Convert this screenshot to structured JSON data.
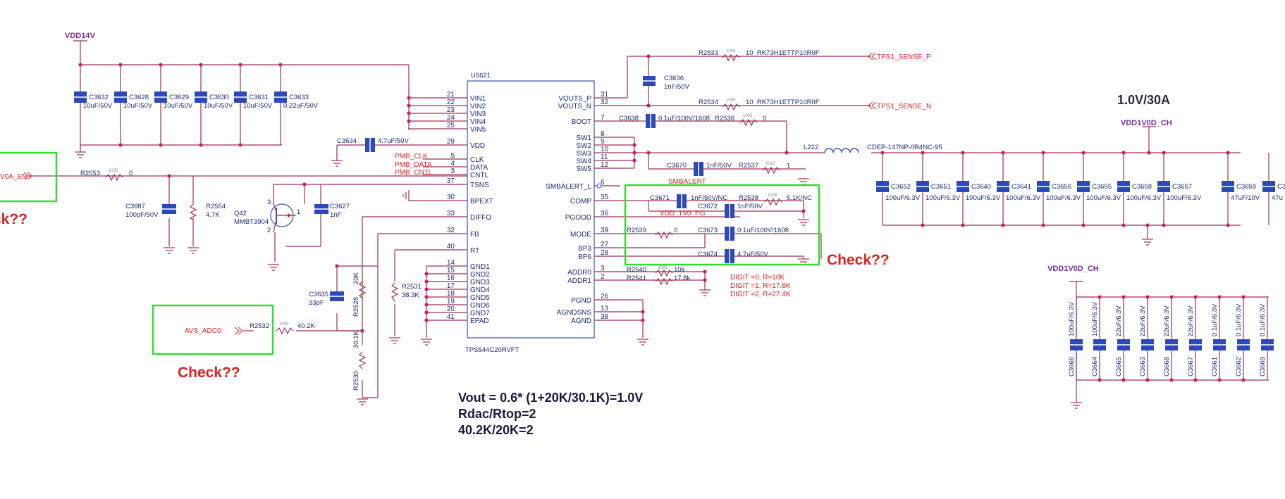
{
  "power": {
    "vdd14v": "VDD14V",
    "vdd1v0d_ch": "VDD1V0D_CH",
    "vdd1v0d_ch_2": "VDD1V0D_CH",
    "rail_title": "1.0V/30A"
  },
  "ic": {
    "ref": "U5621",
    "part": "TPS544C20RVFT",
    "left_pins": [
      {
        "num": "21",
        "name": "VIN1"
      },
      {
        "num": "22",
        "name": "VIN2"
      },
      {
        "num": "23",
        "name": "VIN3"
      },
      {
        "num": "24",
        "name": "VIN4"
      },
      {
        "num": "25",
        "name": "VIN5"
      },
      {
        "num": "29",
        "name": "VDD"
      },
      {
        "num": "5",
        "name": "CLK"
      },
      {
        "num": "4",
        "name": "DATA"
      },
      {
        "num": "3",
        "name": "CNTL"
      },
      {
        "num": "37",
        "name": "TSNS"
      },
      {
        "num": "30",
        "name": "BPEXT"
      },
      {
        "num": "33",
        "name": "DIFFO"
      },
      {
        "num": "32",
        "name": "FB"
      },
      {
        "num": "40",
        "name": "RT"
      },
      {
        "num": "14",
        "name": "GND1"
      },
      {
        "num": "15",
        "name": "GND2"
      },
      {
        "num": "16",
        "name": "GND3"
      },
      {
        "num": "17",
        "name": "GND4"
      },
      {
        "num": "18",
        "name": "GND5"
      },
      {
        "num": "19",
        "name": "GND6"
      },
      {
        "num": "20",
        "name": "GND7"
      },
      {
        "num": "41",
        "name": "EPAD"
      }
    ],
    "right_pins": [
      {
        "num": "31",
        "name": "VOUTS_P"
      },
      {
        "num": "32",
        "name": "VOUTS_N"
      },
      {
        "num": "7",
        "name": "BOOT"
      },
      {
        "num": "8",
        "name": "SW1"
      },
      {
        "num": "9",
        "name": "SW2"
      },
      {
        "num": "10",
        "name": "SW3"
      },
      {
        "num": "11",
        "name": "SW4"
      },
      {
        "num": "12",
        "name": "SW5"
      },
      {
        "num": "6",
        "name": "SMBALERT_L"
      },
      {
        "num": "35",
        "name": "COMP"
      },
      {
        "num": "36",
        "name": "PGOOD"
      },
      {
        "num": "39",
        "name": "MODE"
      },
      {
        "num": "27",
        "name": "BP3"
      },
      {
        "num": "28",
        "name": "BP6"
      },
      {
        "num": "3",
        "name": "ADDR0"
      },
      {
        "num": "2",
        "name": "ADDR1"
      },
      {
        "num": "26",
        "name": "PGND"
      },
      {
        "num": "13",
        "name": "AGNDSNS"
      },
      {
        "num": "38",
        "name": "AGND"
      }
    ]
  },
  "input_caps": [
    {
      "ref": "C3632",
      "value": "10uF/50V"
    },
    {
      "ref": "C3628",
      "value": "10uF/50V"
    },
    {
      "ref": "C3629",
      "value": "10uF/50V"
    },
    {
      "ref": "C3630",
      "value": "10uF/50V"
    },
    {
      "ref": "C3631",
      "value": "10uF/50V"
    },
    {
      "ref": "C3633",
      "value": "0.22uF/50V"
    }
  ],
  "output_caps": [
    {
      "ref": "C3652",
      "value": "100uF/6.3V"
    },
    {
      "ref": "C3651",
      "value": "100uF/6.3V"
    },
    {
      "ref": "C3640",
      "value": "100uF/6.3V"
    },
    {
      "ref": "C3641",
      "value": "100uF/6.3V"
    },
    {
      "ref": "C3656",
      "value": "100uF/6.3V"
    },
    {
      "ref": "C3655",
      "value": "100uF/6.3V"
    },
    {
      "ref": "C3658",
      "value": "100uF/6.3V"
    },
    {
      "ref": "C3657",
      "value": "100uF/6.3V"
    },
    {
      "ref": "C3659",
      "value": "47uF/10V"
    },
    {
      "ref": "C3",
      "value": "47u"
    }
  ],
  "bottom_caps": [
    {
      "ref": "C3666",
      "value": "100uF/6.3V"
    },
    {
      "ref": "C3664",
      "value": "100uF/6.3V"
    },
    {
      "ref": "C3665",
      "value": "22uF/6.3V"
    },
    {
      "ref": "C3663",
      "value": "22uF/6.3V"
    },
    {
      "ref": "C3668",
      "value": "22uF/6.3V"
    },
    {
      "ref": "C3667",
      "value": "22uF/6.3V"
    },
    {
      "ref": "C3661",
      "value": "0.1uF/6.3V"
    },
    {
      "ref": "C3662",
      "value": "0.1uF/6.3V"
    },
    {
      "ref": "C3669",
      "value": "0.1uF/6.3V"
    }
  ],
  "parts": {
    "c3634": {
      "ref": "C3634",
      "value": "4.7uF/50V"
    },
    "c3636": {
      "ref": "C3636",
      "value": "1nF/50V"
    },
    "c3638": {
      "ref": "C3638",
      "value": "0.1uF/100V/1608"
    },
    "r2536": {
      "ref": "R2536",
      "value": "0"
    },
    "r2533": {
      "ref": "R2533",
      "value": "10_RK73H1ETTP10R0F"
    },
    "r2534": {
      "ref": "R2534",
      "value": "10_RK73H1ETTP10R0F"
    },
    "l222": {
      "ref": "L222",
      "value": "CDEP-147NP-0R4NC-95"
    },
    "c3670": {
      "ref": "C3670",
      "value": "1nF/50V"
    },
    "r2537": {
      "ref": "R2537",
      "value": "1"
    },
    "c3671": {
      "ref": "C3671",
      "value": "1nF/50V/NC"
    },
    "r2538": {
      "ref": "R2538",
      "value": "5.1K/NC"
    },
    "c3672": {
      "ref": "C3672",
      "value": "1nF/50V"
    },
    "r2539": {
      "ref": "R2539",
      "value": "0"
    },
    "c3673": {
      "ref": "C3673",
      "value": "0.1uF/100V/1608"
    },
    "c3674": {
      "ref": "C3674",
      "value": "4.7uF/50V"
    },
    "r2540": {
      "ref": "R2540",
      "value": "10k"
    },
    "r2541": {
      "ref": "R2541",
      "value": "17.8k"
    },
    "r2553": {
      "ref": "R2553",
      "value": "0"
    },
    "c3687": {
      "ref": "C3687",
      "value": "100pF/50V"
    },
    "r2554": {
      "ref": "R2554",
      "value": "4.7K"
    },
    "q42": {
      "ref": "Q42",
      "value": "MMBT3904"
    },
    "c3627": {
      "ref": "C3627",
      "value": "1nF"
    },
    "c3635": {
      "ref": "C3635",
      "value": "33pF"
    },
    "r2528": {
      "ref": "R2528",
      "value": "20K"
    },
    "r2530": {
      "ref": "R2530",
      "value": "30.1K"
    },
    "r2531": {
      "ref": "R2531",
      "value": "38.3K"
    },
    "r2532": {
      "ref": "R2532",
      "value": "40.2K"
    }
  },
  "net_labels": {
    "pmb_clk": "PMB_CLK",
    "pmb_data": "PMB_DATA",
    "pmb_cntl": "PMB_CNTL",
    "smbalert": "SMBALERT",
    "vdd_1v0_pg": "VDD_1V0_PG",
    "tps1_sense_p": "TPS1_SENSE_P",
    "tps1_sense_n": "TPS1_SENSE_N",
    "avs_adc0": "AVS_ADC0",
    "en_partial": "V0A_EN"
  },
  "digit_notes": [
    "DIGIT =0, R=10K",
    "DIGIT =1, R=17.8K",
    "DIGIT =2, R=27.4K"
  ],
  "check_label": "Check??",
  "check_partial": "ck??",
  "equations": [
    "Vout = 0.6* (1+20K/30.1K)=1.0V",
    "Rdac/Rtop=2",
    "40.2K/20K=2"
  ],
  "small_marks": {
    "r_size": "1005",
    "r_size_alt": "2012",
    "q_b": "1",
    "q_c": "3",
    "q_e": "2"
  }
}
